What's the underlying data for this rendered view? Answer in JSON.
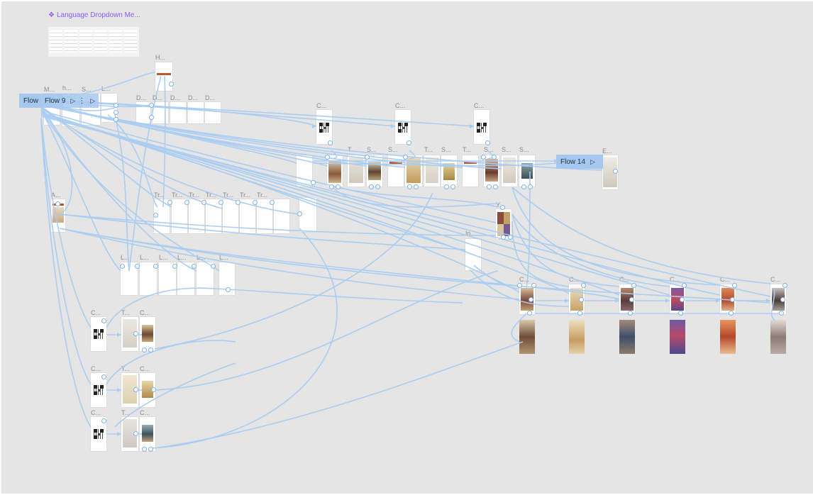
{
  "component_title": "Language Dropdown Me...",
  "component_icon": "component-diamond-icon",
  "flows": [
    {
      "label": "Flow",
      "icon": "play-triangle-icon"
    },
    {
      "label": "Flow 9",
      "icon": "play-triangle-icon"
    },
    {
      "label": "Flow 14",
      "icon": "play-triangle-icon"
    }
  ],
  "frame_labels": {
    "top_row": [
      "M...",
      "h...",
      "S...",
      "L...",
      "H...",
      "D...",
      "D...",
      "D...",
      "D...",
      "D..."
    ],
    "c_group": [
      "C...",
      "C...",
      "C..."
    ],
    "mid_row": [
      "",
      "T...",
      "S...",
      "S...",
      "T...",
      "S...",
      "T...",
      "S...",
      "S...",
      "S...",
      "E..."
    ],
    "tr_row": [
      "A...",
      "Tr...",
      "Tr...",
      "Tr...",
      "Tr...",
      "Tr...",
      "Tr...",
      "Tr..."
    ],
    "l_row": [
      "L...",
      "L...",
      "L...",
      "L...",
      "L...",
      "L..."
    ],
    "right": [
      "Y...",
      "In..."
    ],
    "c_right": [
      "C...",
      "C...",
      "C...",
      "C...",
      "C...",
      "C..."
    ],
    "left_groups": [
      "C...",
      "T...",
      "C...",
      "C...",
      "T...",
      "C...",
      "C...",
      "T...",
      "C..."
    ]
  },
  "colors": {
    "canvas": "#e5e5e5",
    "wire": "#a8ccf2",
    "flow_chip": "#a7c8ee",
    "component": "#8b5cf6",
    "accent_bar": "#c2562a"
  }
}
